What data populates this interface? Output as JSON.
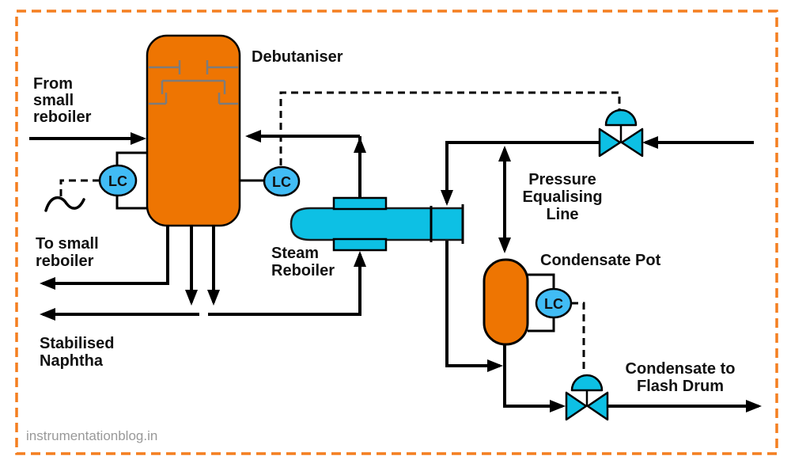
{
  "watermark": "instrumentationblog.in",
  "colors": {
    "vessel_orange": "#EE7502",
    "equipment_cyan": "#0DC0E4",
    "instrument_blue": "#41BCF5",
    "border_orange": "#F47F20",
    "process_line_black": "#000000",
    "tray_gray": "#7C7C7C",
    "watermark_gray": "#999999"
  },
  "labels": {
    "debutaniser": "Debutaniser",
    "from_small_reboiler": [
      "From",
      "small",
      "reboiler"
    ],
    "to_small_reboiler": [
      "To small",
      "reboiler"
    ],
    "stabilised_naphtha": [
      "Stabilised",
      "Naphtha"
    ],
    "steam_reboiler": [
      "Steam",
      "Reboiler"
    ],
    "pressure_equalising_line": [
      "Pressure",
      "Equalising",
      "Line"
    ],
    "condensate_pot": "Condensate Pot",
    "condensate_to_flash_drum": [
      "Condensate to",
      "Flash Drum"
    ]
  },
  "instruments": {
    "column_bottom_level_controller": "LC",
    "column_reflux_level_controller": "LC",
    "condensate_pot_level_controller": "LC"
  }
}
